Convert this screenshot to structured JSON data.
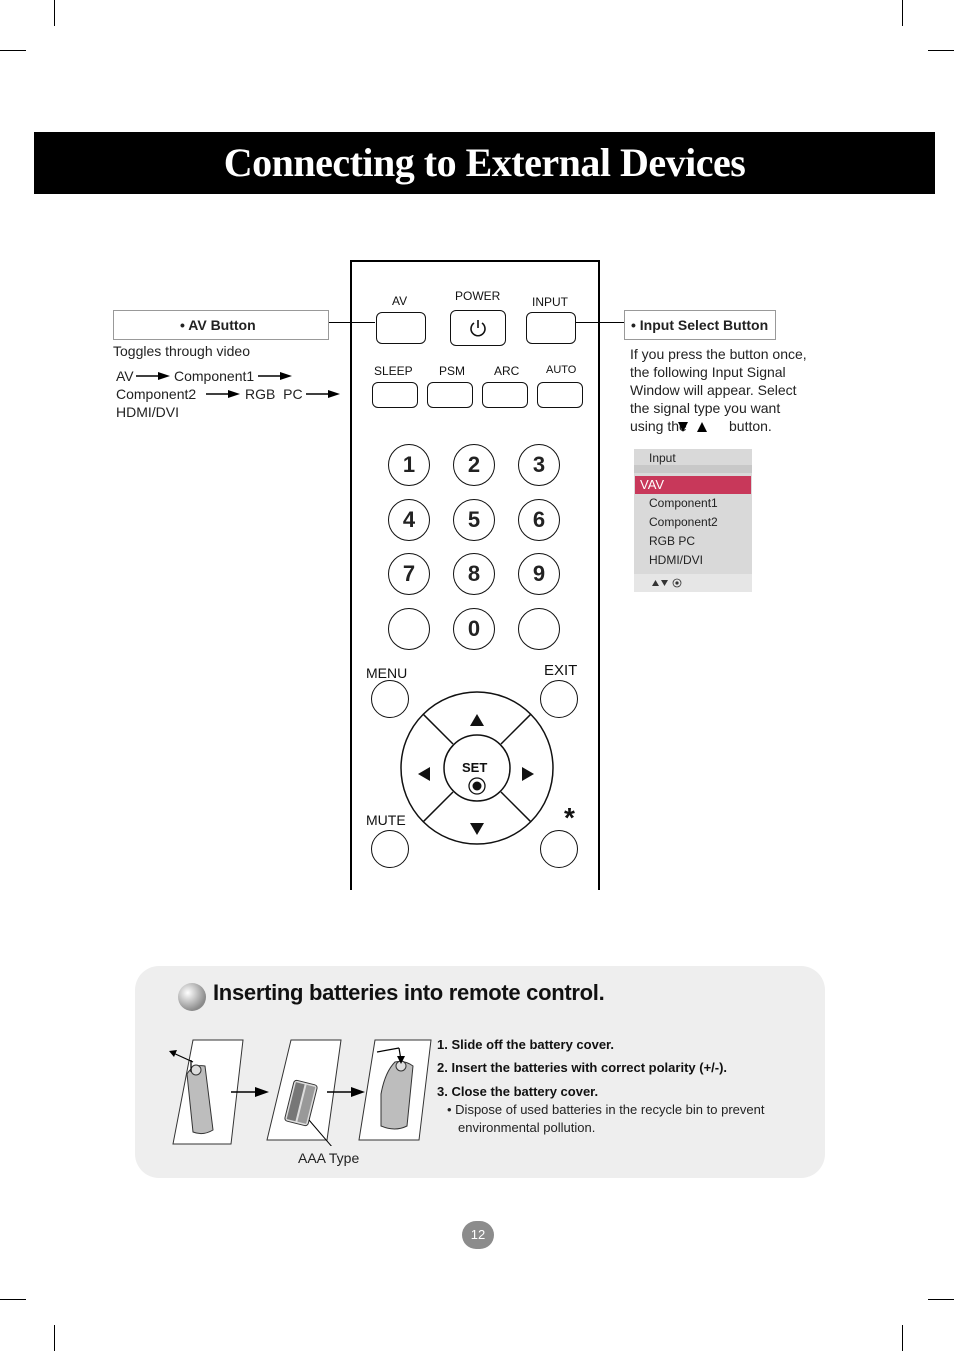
{
  "page": {
    "title": "Connecting to External Devices",
    "page_number": "12"
  },
  "av_callout": {
    "label": "• AV Button",
    "description": "Toggles through video",
    "sequence_line1_a": "AV",
    "sequence_line1_b": "Component1",
    "sequence_line2_a": "Component2",
    "sequence_line2_b": "RGB  PC",
    "sequence_line3": "HDMI/DVI"
  },
  "input_callout": {
    "label": "• Input Select Button",
    "description_lines": [
      "If you press the button once,",
      "the following Input Signal",
      "Window will appear. Select",
      "the signal type you want"
    ],
    "description_end_a": "using the",
    "description_end_b": "button."
  },
  "remote": {
    "labels": {
      "av": "AV",
      "power": "POWER",
      "input": "INPUT",
      "sleep": "SLEEP",
      "psm": "PSM",
      "arc": "ARC",
      "auto": "AUTO",
      "menu": "MENU",
      "exit": "EXIT",
      "mute": "MUTE",
      "set": "SET",
      "star": "*"
    },
    "numbers": [
      "1",
      "2",
      "3",
      "4",
      "5",
      "6",
      "7",
      "8",
      "9",
      "0"
    ]
  },
  "osd": {
    "title": "Input",
    "items": [
      "VAV",
      "Component1",
      "Component2",
      "RGB PC",
      "HDMI/DVI"
    ],
    "selected": "VAV",
    "selected_color": "#c8385a"
  },
  "batteries": {
    "heading": "Inserting batteries into remote control.",
    "steps": [
      "1. Slide off the battery cover.",
      "2. Insert the batteries with correct polarity (+/-).",
      "3. Close the battery cover."
    ],
    "note_line1": "• Dispose of used batteries in the recycle bin to prevent",
    "note_line2": "environmental pollution.",
    "battery_type": "AAA Type"
  }
}
